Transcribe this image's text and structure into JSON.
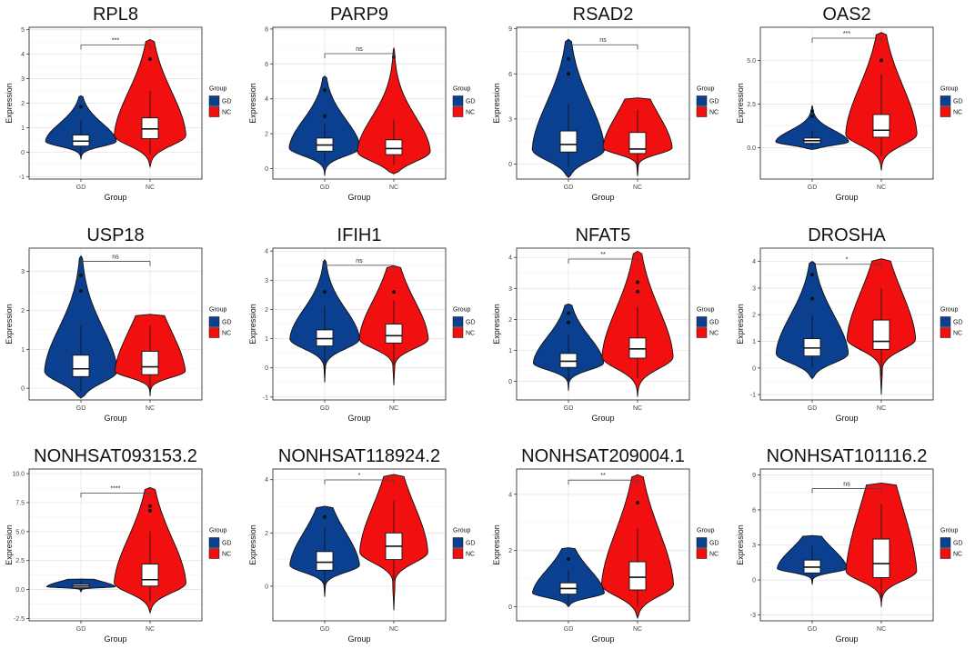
{
  "legend_title": "Group",
  "axis_ylabel": "Expression",
  "axis_xlabel": "Group",
  "groups": [
    "GD",
    "NC"
  ],
  "colors": {
    "GD": "#0B3F8F",
    "NC": "#F20F0F"
  },
  "chart_data": [
    {
      "type": "violin",
      "title": "RPL8",
      "xlabel": "Group",
      "ylabel": "Expression",
      "categories": [
        "GD",
        "NC"
      ],
      "ylim": [
        -1.1,
        5.1
      ],
      "yticks": [
        -1,
        0,
        1,
        2,
        3,
        4,
        5
      ],
      "significance": "***",
      "series": [
        {
          "name": "GD",
          "range": [
            -0.3,
            2.3
          ],
          "peak": 0.45,
          "box": [
            0.25,
            0.45,
            0.7
          ],
          "whisker": [
            -0.2,
            1.3
          ],
          "outliers": [
            1.85
          ]
        },
        {
          "name": "NC",
          "range": [
            -0.6,
            4.6
          ],
          "peak": 0.7,
          "box": [
            0.55,
            0.95,
            1.4
          ],
          "whisker": [
            -0.1,
            2.5
          ],
          "outliers": [
            3.8
          ]
        }
      ]
    },
    {
      "type": "violin",
      "title": "PARP9",
      "xlabel": "Group",
      "ylabel": "Expression",
      "categories": [
        "GD",
        "NC"
      ],
      "ylim": [
        -0.6,
        8.1
      ],
      "yticks": [
        0,
        2,
        4,
        6,
        8
      ],
      "significance": "ns",
      "series": [
        {
          "name": "GD",
          "range": [
            -0.4,
            5.3
          ],
          "peak": 1.2,
          "box": [
            1.0,
            1.35,
            1.75
          ],
          "whisker": [
            0.4,
            2.6
          ],
          "outliers": [
            3.0,
            4.5
          ]
        },
        {
          "name": "NC",
          "range": [
            -0.3,
            6.9
          ],
          "peak": 1.0,
          "box": [
            0.8,
            1.15,
            1.65
          ],
          "whisker": [
            0.2,
            2.8
          ],
          "outliers": [
            6.4
          ]
        }
      ]
    },
    {
      "type": "violin",
      "title": "RSAD2",
      "xlabel": "Group",
      "ylabel": "Expression",
      "categories": [
        "GD",
        "NC"
      ],
      "ylim": [
        -1.0,
        9.1
      ],
      "yticks": [
        0,
        3,
        6,
        9
      ],
      "significance": "ns",
      "series": [
        {
          "name": "GD",
          "range": [
            -0.9,
            8.3
          ],
          "peak": 1.0,
          "box": [
            0.8,
            1.3,
            2.2
          ],
          "whisker": [
            -0.2,
            4.0
          ],
          "outliers": [
            6.0,
            7.0
          ]
        },
        {
          "name": "NC",
          "range": [
            -0.8,
            4.4
          ],
          "peak": 1.1,
          "box": [
            0.7,
            1.0,
            2.1
          ],
          "whisker": [
            -0.2,
            3.6
          ],
          "outliers": []
        }
      ]
    },
    {
      "type": "violin",
      "title": "OAS2",
      "xlabel": "Group",
      "ylabel": "Expression",
      "categories": [
        "GD",
        "NC"
      ],
      "ylim": [
        -1.8,
        6.9
      ],
      "yticks": [
        0.0,
        2.5,
        5.0
      ],
      "significance": "***",
      "series": [
        {
          "name": "GD",
          "range": [
            -0.1,
            2.4
          ],
          "peak": 0.35,
          "box": [
            0.25,
            0.4,
            0.55
          ],
          "whisker": [
            0.05,
            1.0
          ],
          "outliers": [
            1.8,
            2.1
          ]
        },
        {
          "name": "NC",
          "range": [
            -1.3,
            6.6
          ],
          "peak": 0.8,
          "box": [
            0.6,
            1.0,
            1.9
          ],
          "whisker": [
            -0.5,
            4.2
          ],
          "outliers": [
            5.0
          ]
        }
      ]
    },
    {
      "type": "violin",
      "title": "USP18",
      "xlabel": "Group",
      "ylabel": "Expression",
      "categories": [
        "GD",
        "NC"
      ],
      "ylim": [
        -0.3,
        3.6
      ],
      "yticks": [
        0,
        1,
        2,
        3
      ],
      "significance": "ns",
      "series": [
        {
          "name": "GD",
          "range": [
            -0.25,
            3.4
          ],
          "peak": 0.45,
          "box": [
            0.3,
            0.5,
            0.85
          ],
          "whisker": [
            -0.1,
            1.6
          ],
          "outliers": [
            2.5,
            2.9
          ]
        },
        {
          "name": "NC",
          "range": [
            -0.2,
            1.9
          ],
          "peak": 0.45,
          "box": [
            0.35,
            0.55,
            0.95
          ],
          "whisker": [
            -0.1,
            1.6
          ],
          "outliers": []
        }
      ]
    },
    {
      "type": "violin",
      "title": "IFIH1",
      "xlabel": "Group",
      "ylabel": "Expression",
      "categories": [
        "GD",
        "NC"
      ],
      "ylim": [
        -1.1,
        4.1
      ],
      "yticks": [
        -1,
        0,
        1,
        2,
        3,
        4
      ],
      "significance": "ns",
      "series": [
        {
          "name": "GD",
          "range": [
            -0.5,
            3.7
          ],
          "peak": 1.0,
          "box": [
            0.75,
            1.0,
            1.3
          ],
          "whisker": [
            -0.1,
            2.1
          ],
          "outliers": [
            2.6
          ]
        },
        {
          "name": "NC",
          "range": [
            -0.6,
            3.5
          ],
          "peak": 1.0,
          "box": [
            0.85,
            1.1,
            1.5
          ],
          "whisker": [
            0.1,
            2.3
          ],
          "outliers": [
            2.6
          ]
        }
      ]
    },
    {
      "type": "violin",
      "title": "NFAT5",
      "xlabel": "Group",
      "ylabel": "Expression",
      "categories": [
        "GD",
        "NC"
      ],
      "ylim": [
        -0.6,
        4.3
      ],
      "yticks": [
        0,
        1,
        2,
        3,
        4
      ],
      "significance": "**",
      "series": [
        {
          "name": "GD",
          "range": [
            -0.3,
            2.5
          ],
          "peak": 0.6,
          "box": [
            0.45,
            0.65,
            0.9
          ],
          "whisker": [
            0.0,
            1.5
          ],
          "outliers": [
            1.9,
            2.2
          ]
        },
        {
          "name": "NC",
          "range": [
            -0.5,
            4.2
          ],
          "peak": 0.8,
          "box": [
            0.75,
            1.05,
            1.4
          ],
          "whisker": [
            0.1,
            2.4
          ],
          "outliers": [
            2.9,
            3.2
          ]
        }
      ]
    },
    {
      "type": "violin",
      "title": "DROSHA",
      "xlabel": "Group",
      "ylabel": "Expression",
      "categories": [
        "GD",
        "NC"
      ],
      "ylim": [
        -1.2,
        4.5
      ],
      "yticks": [
        -1,
        0,
        1,
        2,
        3,
        4
      ],
      "significance": "*",
      "series": [
        {
          "name": "GD",
          "range": [
            -0.4,
            4.0
          ],
          "peak": 0.55,
          "box": [
            0.45,
            0.75,
            1.1
          ],
          "whisker": [
            0.0,
            2.0
          ],
          "outliers": [
            2.6,
            3.5
          ]
        },
        {
          "name": "NC",
          "range": [
            -1.0,
            4.1
          ],
          "peak": 1.1,
          "box": [
            0.7,
            1.0,
            1.8
          ],
          "whisker": [
            -0.3,
            3.0
          ],
          "outliers": []
        }
      ]
    },
    {
      "type": "violin",
      "title": "NONHSAT093153.2",
      "xlabel": "Group",
      "ylabel": "Expression",
      "categories": [
        "GD",
        "NC"
      ],
      "ylim": [
        -2.7,
        10.4
      ],
      "yticks": [
        -2.5,
        0.0,
        2.5,
        5.0,
        7.5,
        10.0
      ],
      "significance": "****",
      "series": [
        {
          "name": "GD",
          "range": [
            -0.2,
            0.9
          ],
          "peak": 0.25,
          "box": [
            0.15,
            0.3,
            0.45
          ],
          "whisker": [
            0.0,
            0.75
          ],
          "outliers": []
        },
        {
          "name": "NC",
          "range": [
            -2.0,
            8.8
          ],
          "peak": 0.6,
          "box": [
            0.3,
            0.85,
            2.2
          ],
          "whisker": [
            -1.0,
            5.0
          ],
          "outliers": [
            6.8,
            7.2
          ]
        }
      ]
    },
    {
      "type": "violin",
      "title": "NONHSAT118924.2",
      "xlabel": "Group",
      "ylabel": "Expression",
      "categories": [
        "GD",
        "NC"
      ],
      "ylim": [
        -1.3,
        4.4
      ],
      "yticks": [
        0,
        2,
        4
      ],
      "significance": "*",
      "series": [
        {
          "name": "GD",
          "range": [
            -0.4,
            3.0
          ],
          "peak": 0.8,
          "box": [
            0.6,
            0.9,
            1.3
          ],
          "whisker": [
            0.0,
            2.2
          ],
          "outliers": [
            2.6
          ]
        },
        {
          "name": "NC",
          "range": [
            -0.9,
            4.2
          ],
          "peak": 1.3,
          "box": [
            1.0,
            1.5,
            2.0
          ],
          "whisker": [
            0.2,
            3.2
          ],
          "outliers": []
        }
      ]
    },
    {
      "type": "violin",
      "title": "NONHSAT209004.1",
      "xlabel": "Group",
      "ylabel": "Expression",
      "categories": [
        "GD",
        "NC"
      ],
      "ylim": [
        -0.5,
        4.9
      ],
      "yticks": [
        0,
        2,
        4
      ],
      "significance": "**",
      "series": [
        {
          "name": "GD",
          "range": [
            0.0,
            2.1
          ],
          "peak": 0.5,
          "box": [
            0.45,
            0.65,
            0.85
          ],
          "whisker": [
            0.1,
            1.3
          ],
          "outliers": [
            1.7
          ]
        },
        {
          "name": "NC",
          "range": [
            -0.4,
            4.7
          ],
          "peak": 0.8,
          "box": [
            0.6,
            1.05,
            1.6
          ],
          "whisker": [
            0.0,
            2.8
          ],
          "outliers": [
            3.7
          ]
        }
      ]
    },
    {
      "type": "violin",
      "title": "NONHSAT101116.2",
      "xlabel": "Group",
      "ylabel": "Expression",
      "categories": [
        "GD",
        "NC"
      ],
      "ylim": [
        -3.5,
        9.5
      ],
      "yticks": [
        -3,
        0,
        3,
        6,
        9
      ],
      "significance": "ns",
      "series": [
        {
          "name": "GD",
          "range": [
            -0.4,
            3.8
          ],
          "peak": 1.0,
          "box": [
            0.6,
            1.1,
            1.7
          ],
          "whisker": [
            -0.2,
            2.9
          ],
          "outliers": []
        },
        {
          "name": "NC",
          "range": [
            -2.3,
            8.3
          ],
          "peak": 0.8,
          "box": [
            0.2,
            1.4,
            3.5
          ],
          "whisker": [
            -1.5,
            6.5
          ],
          "outliers": []
        }
      ]
    }
  ]
}
